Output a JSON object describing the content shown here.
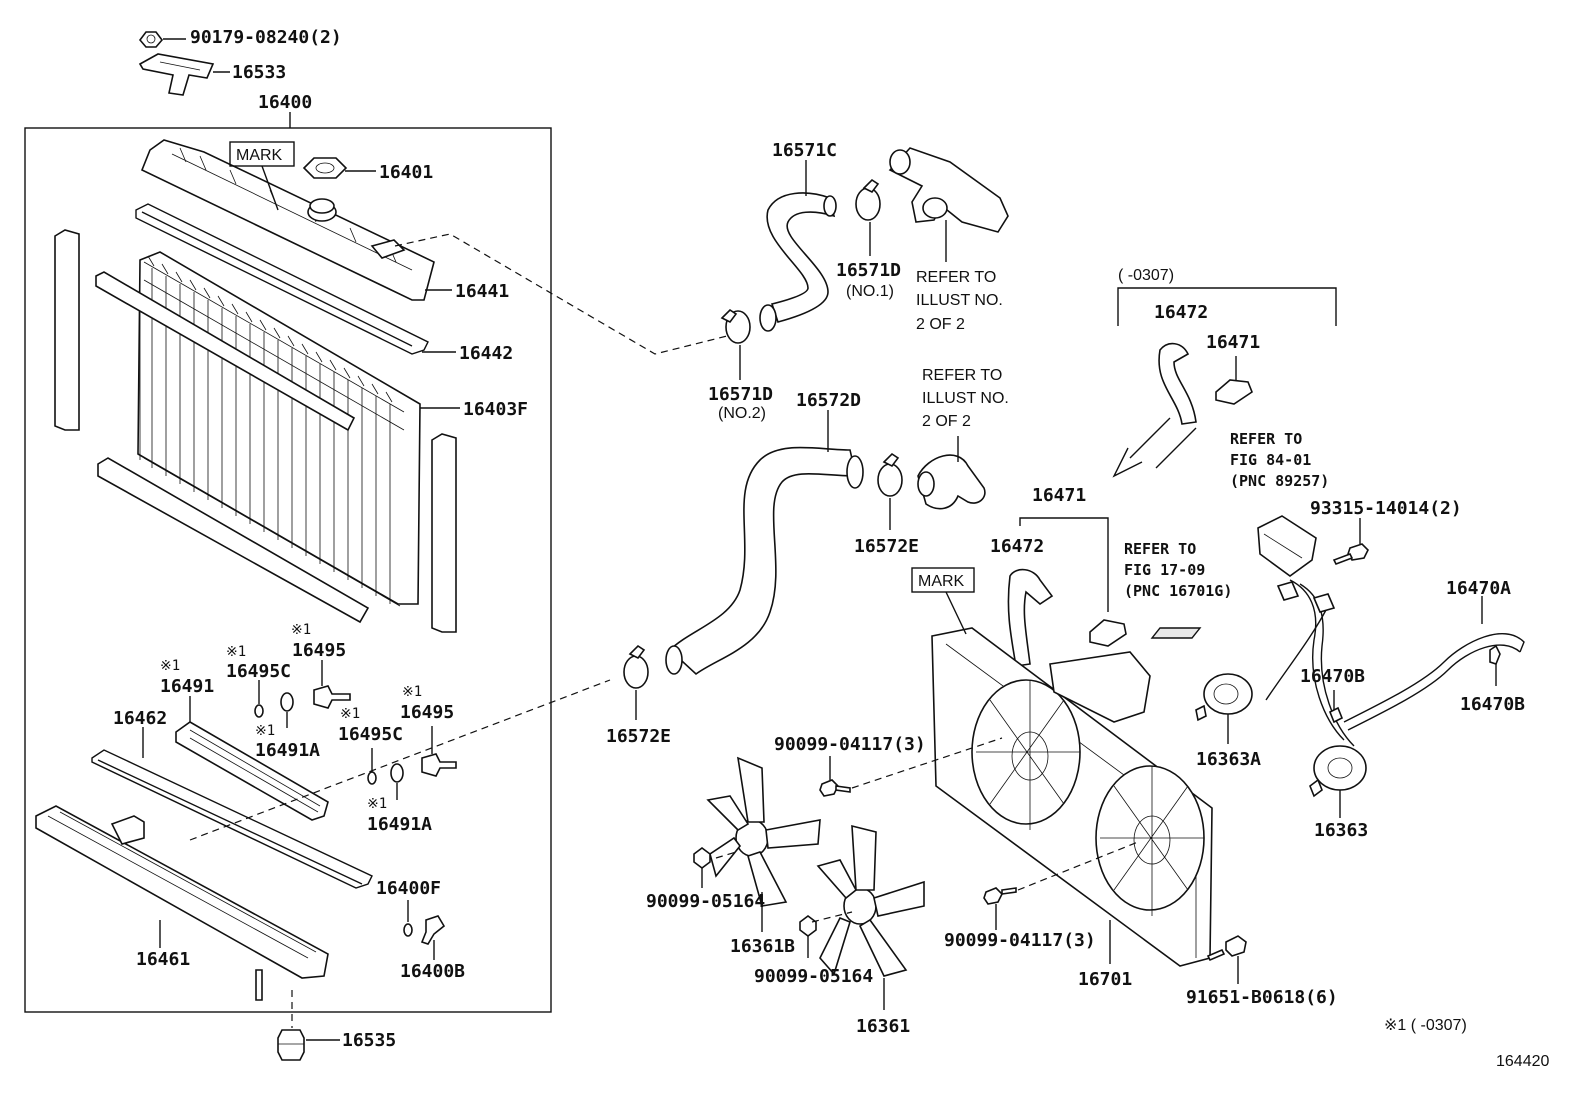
{
  "labels": {
    "p90179": "90179-08240(2)",
    "p16533": "16533",
    "p16400": "16400",
    "mark1": "MARK",
    "p16401": "16401",
    "p16441": "16441",
    "p16442": "16442",
    "p16403F": "16403F",
    "note1_a": "※1",
    "p16495_a": "16495",
    "note1_b": "※1",
    "p16495C_a": "16495C",
    "note1_c": "※1",
    "p16491": "16491",
    "p16462": "16462",
    "note1_d": "※1",
    "p16491A_a": "16491A",
    "note1_e": "※1",
    "p16495_b": "16495",
    "note1_f": "※1",
    "p16495C_b": "16495C",
    "note1_g": "※1",
    "p16491A_b": "16491A",
    "p16400F": "16400F",
    "p16461": "16461",
    "p16400B": "16400B",
    "p16535": "16535",
    "p16571C": "16571C",
    "p16571D_1": "16571D",
    "no1": "(NO.1)",
    "refer_a_1": "REFER TO",
    "refer_a_2": "ILLUST NO.",
    "refer_a_3": "2 OF 2",
    "p16571D_2": "16571D",
    "no2": "(NO.2)",
    "p16572D": "16572D",
    "refer_b_1": "REFER TO",
    "refer_b_2": "ILLUST NO.",
    "refer_b_3": "2 OF 2",
    "p16572E_a": "16572E",
    "p16572E_b": "16572E",
    "range_top": "(      -0307)",
    "p16472_a": "16472",
    "p16471_a": "16471",
    "refer_c_1": "REFER TO",
    "refer_c_2": "FIG 84-01",
    "refer_c_3": "(PNC 89257)",
    "p93315": "93315-14014(2)",
    "p16471_b": "16471",
    "p16472_b": "16472",
    "refer_d_1": "REFER TO",
    "refer_d_2": "FIG 17-09",
    "refer_d_3": "(PNC 16701G)",
    "mark2": "MARK",
    "p16470A": "16470A",
    "p16470B_a": "16470B",
    "p16470B_b": "16470B",
    "p90099_04117_a": "90099-04117(3)",
    "p16363A": "16363A",
    "p16363": "16363",
    "p90099_05164_a": "90099-05164",
    "p16361B": "16361B",
    "p90099_05164_b": "90099-05164",
    "p90099_04117_b": "90099-04117(3)",
    "p16701": "16701",
    "p91651": "91651-B0618(6)",
    "p16361": "16361",
    "footnote": "※1 (      -0307)",
    "illust_id": "164420"
  }
}
